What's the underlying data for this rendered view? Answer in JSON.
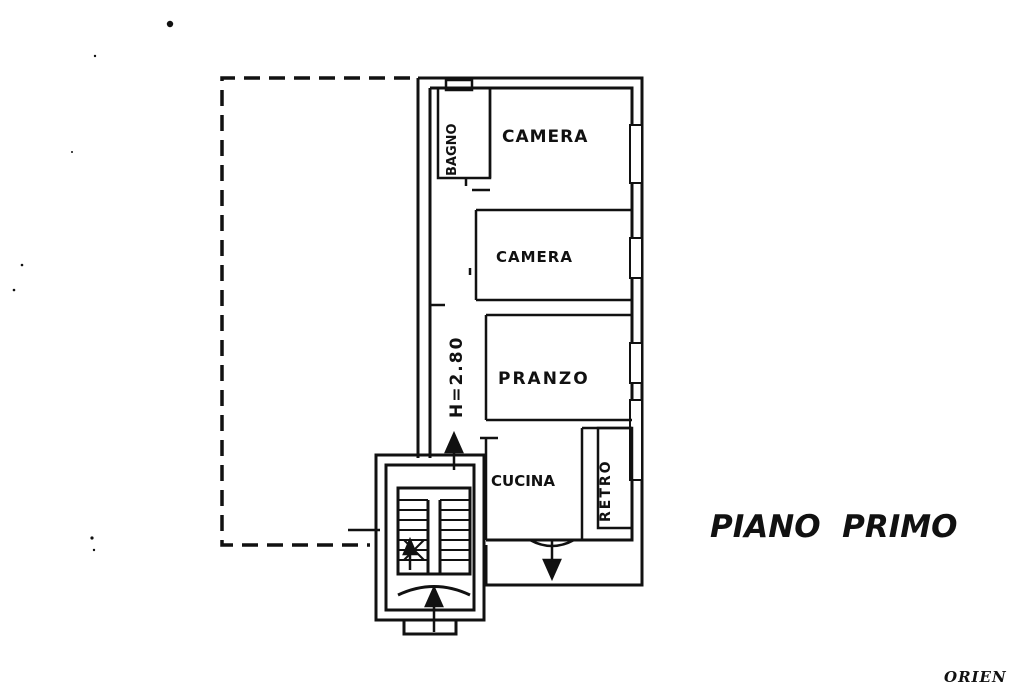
{
  "plan": {
    "title": "PIANO  PRIMO",
    "height_note": "H=2.80",
    "orientation": "ORIEN",
    "rooms": {
      "bagno": "BAGNO",
      "camera_1": "CAMERA",
      "camera_2": "CAMERA",
      "pranzo": "PRANZO",
      "cucina": "CUCINA",
      "retro": "RETRO"
    }
  }
}
